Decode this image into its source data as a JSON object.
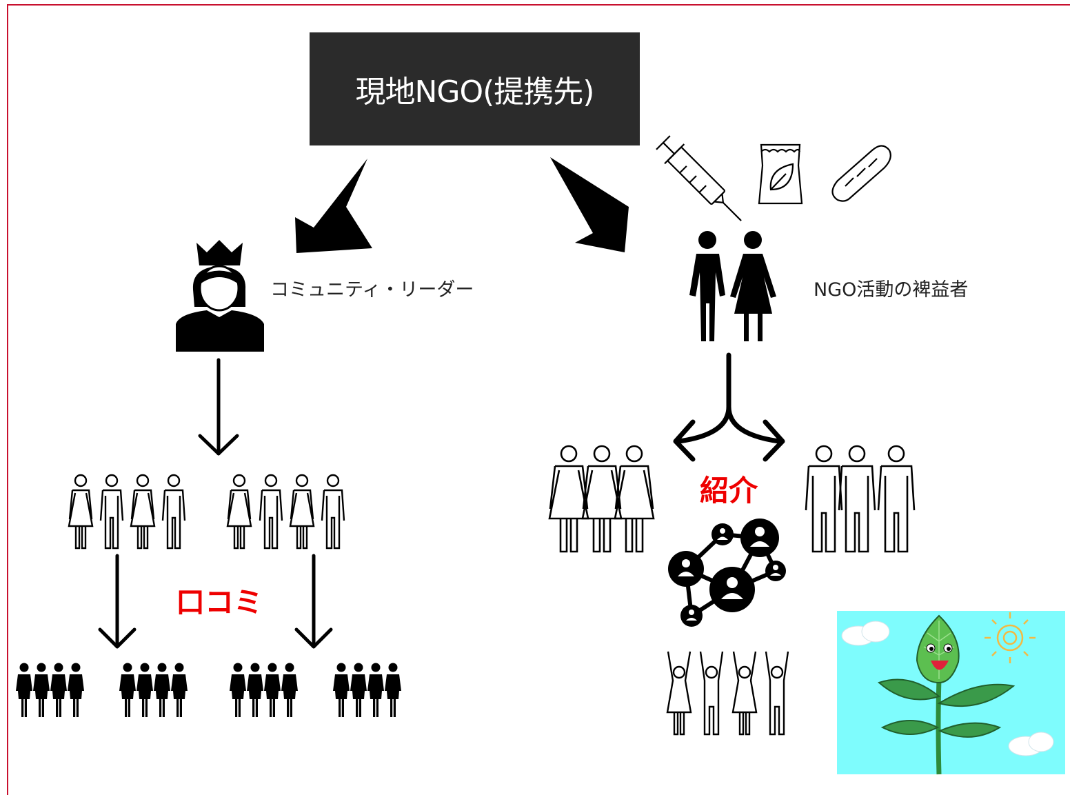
{
  "ngo_box": {
    "label": "現地NGO(提携先)"
  },
  "left_branch": {
    "leader_label": "コミュニティ・リーダー",
    "word_of_mouth_label": "口コミ"
  },
  "right_branch": {
    "beneficiary_label": "NGO活動の裨益者",
    "referral_label": "紹介"
  },
  "colors": {
    "frame": "#c8102e",
    "box": "#2b2b2b",
    "highlight": "#ee0000",
    "sky": "#7efcfd"
  },
  "icons": [
    "syringe-icon",
    "seed-bag-icon",
    "bread-icon",
    "crowned-leader-icon",
    "couple-icon",
    "network-icon",
    "plant-character-illustration"
  ]
}
